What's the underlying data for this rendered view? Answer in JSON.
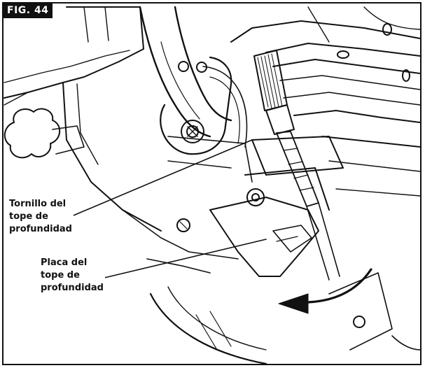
{
  "figure": {
    "label": "FIG. 44"
  },
  "callouts": [
    {
      "lines": [
        "Tornillo del",
        "tope de",
        "profundidad"
      ]
    },
    {
      "lines": [
        "Placa del",
        "tope de",
        "profundidad"
      ]
    }
  ],
  "colors": {
    "line": "#111111",
    "background": "#ffffff"
  }
}
